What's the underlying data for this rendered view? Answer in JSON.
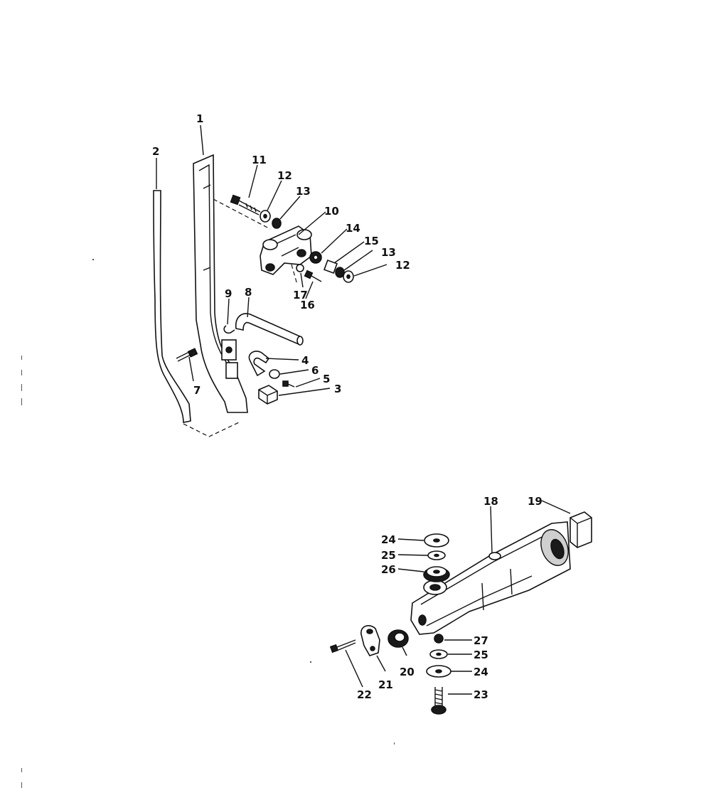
{
  "diagram": {
    "callouts": {
      "c1": "1",
      "c2": "2",
      "c3": "3",
      "c4": "4",
      "c5": "5",
      "c6": "6",
      "c7": "7",
      "c8": "8",
      "c9": "9",
      "c10": "10",
      "c11": "11",
      "c12a": "12",
      "c12b": "12",
      "c13a": "13",
      "c13b": "13",
      "c14": "14",
      "c15": "15",
      "c16": "16",
      "c17": "17",
      "c18": "18",
      "c19": "19",
      "c20": "20",
      "c21": "21",
      "c22": "22",
      "c23": "23",
      "c24a": "24",
      "c24b": "24",
      "c25a": "25",
      "c25b": "25",
      "c26": "26",
      "c27": "27"
    },
    "colors": {
      "ink": "#111111",
      "paper": "#ffffff",
      "shade": "#cfcfcf"
    }
  }
}
